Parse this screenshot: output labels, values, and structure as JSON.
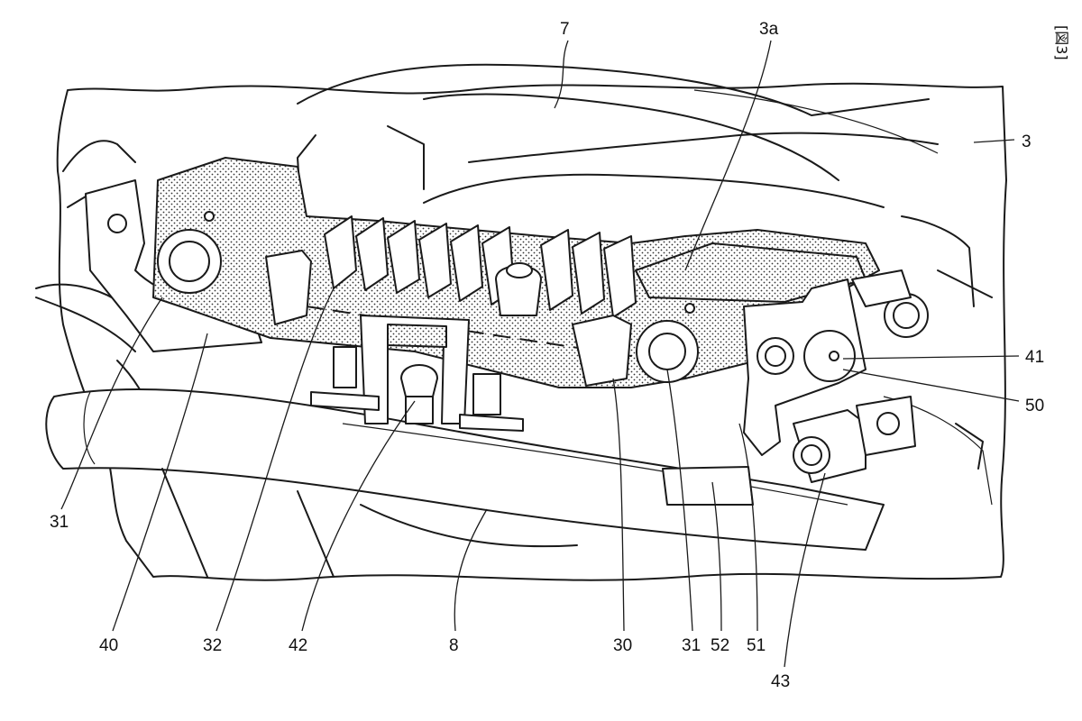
{
  "figure": {
    "tag": "[図3]"
  },
  "labels": {
    "l7": "7",
    "l3a": "3a",
    "l3": "3",
    "l41": "41",
    "l50": "50",
    "l31_left": "31",
    "l40": "40",
    "l32": "32",
    "l42": "42",
    "l8": "8",
    "l30": "30",
    "l31_right": "31",
    "l52": "52",
    "l51": "51",
    "l43": "43"
  }
}
